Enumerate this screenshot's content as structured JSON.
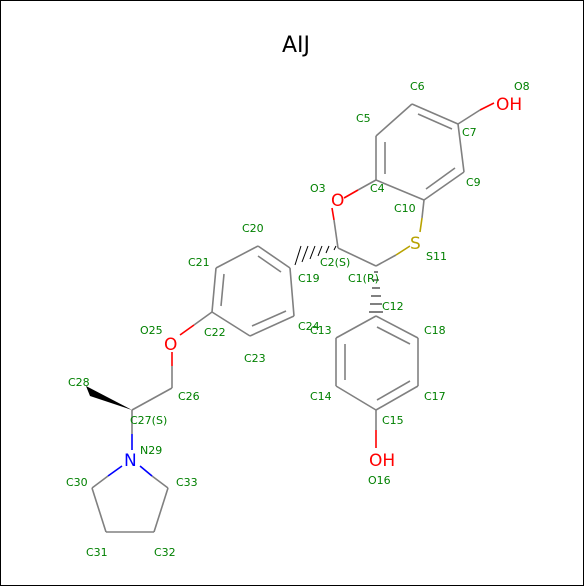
{
  "title": "AIJ",
  "colors": {
    "bond": "#808080",
    "oxygen": "#ff0000",
    "sulfur": "#b8a200",
    "nitrogen": "#0000ff",
    "label": "#008000",
    "frame": "#000000"
  },
  "atoms": {
    "O_top": "OH",
    "O_ring": "O",
    "S_ring": "S",
    "O_ether": "O",
    "N_ring": "N",
    "O_bottom": "OH"
  },
  "labels": {
    "C5": "C5",
    "C6": "C6",
    "O8": "O8",
    "C7": "C7",
    "C9": "C9",
    "O3": "O3",
    "C4": "C4",
    "C10": "C10",
    "S11": "S11",
    "C20": "C20",
    "C21": "C21",
    "C2": "C2(S)",
    "C19": "C19",
    "C1": "C1(R)",
    "C12": "C12",
    "C18": "C18",
    "O25": "O25",
    "C22": "C22",
    "C24": "C24",
    "C13": "C13",
    "C23": "C23",
    "C28": "C28",
    "C26": "C26",
    "C27": "C27(S)",
    "C14": "C14",
    "C17": "C17",
    "C15": "C15",
    "N29": "N29",
    "O16": "O16",
    "C30": "C30",
    "C33": "C33",
    "C31": "C31",
    "C32": "C32"
  }
}
